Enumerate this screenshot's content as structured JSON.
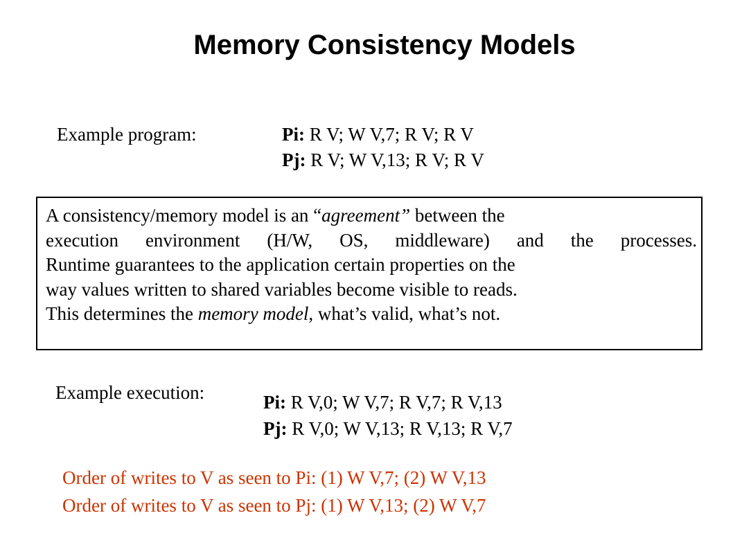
{
  "slide": {
    "title": "Memory Consistency Models"
  },
  "example_program": {
    "label": "Example program:",
    "lines": [
      {
        "proc": "Pi:",
        "ops": " R V; W V,7; R V; R V"
      },
      {
        "proc": "Pj:",
        "ops": " R V; W V,13; R V; R V"
      }
    ]
  },
  "definition": {
    "line1_a": "A consistency/memory model is an “",
    "line1_em": "agreement”",
    "line1_b": " between the",
    "line2": "execution environment (H/W, OS, middleware) and the processes.",
    "line3": "Runtime guarantees to the application certain properties on the",
    "line4": "way values written to shared variables become visible to reads.",
    "line5_a": "This determines the ",
    "line5_em": "memory model",
    "line5_b": ", what’s valid, what’s not."
  },
  "example_execution": {
    "label": "Example execution:",
    "lines": [
      {
        "proc": "Pi:",
        "ops": " R V,0; W V,7; R V,7; R V,13"
      },
      {
        "proc": "Pj:",
        "ops": " R V,0; W V,13; R V,13; R V,7"
      }
    ]
  },
  "write_order": {
    "color": "#cc3300",
    "lines": [
      "Order of writes to V as seen to Pi: (1) W V,7; (2) W V,13",
      "Order of writes to V as seen to Pj: (1) W V,13; (2) W V,7"
    ]
  }
}
